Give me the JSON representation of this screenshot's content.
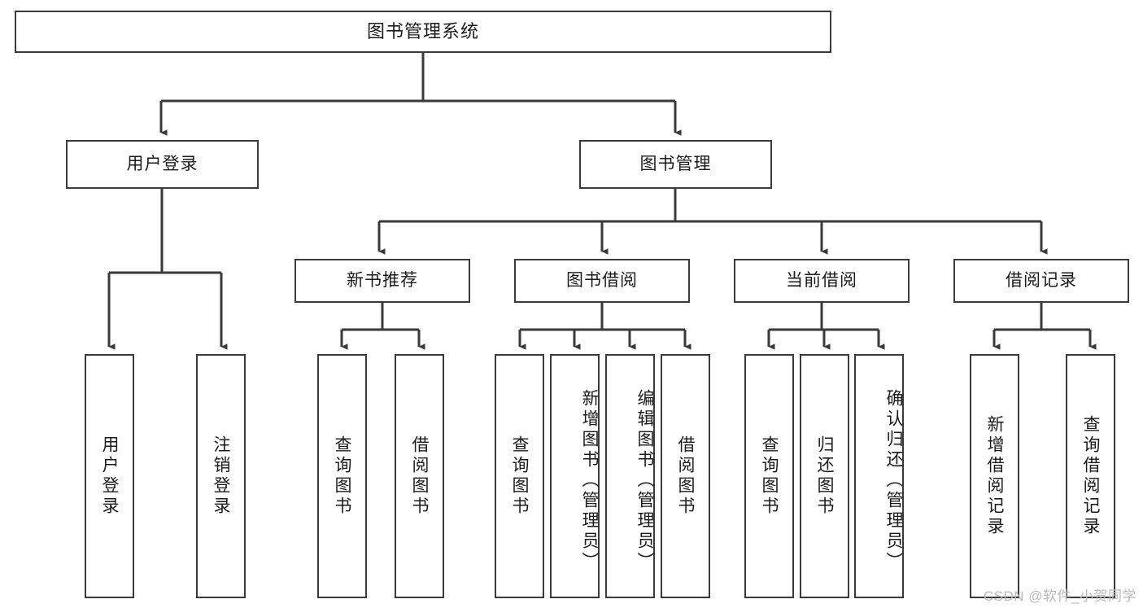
{
  "diagram": {
    "type": "tree",
    "title": "图书管理系统",
    "root": {
      "label": "图书管理系统"
    },
    "level1": [
      {
        "label": "用户登录"
      },
      {
        "label": "图书管理"
      }
    ],
    "level2": [
      {
        "label": "新书推荐"
      },
      {
        "label": "图书借阅"
      },
      {
        "label": "当前借阅"
      },
      {
        "label": "借阅记录"
      }
    ],
    "leaves": {
      "user_login": [
        {
          "label": "用户登录"
        },
        {
          "label": "注销登录"
        }
      ],
      "new_book_recommend": [
        {
          "label": "查询图书"
        },
        {
          "label": "借阅图书"
        }
      ],
      "book_borrow": [
        {
          "label": "查询图书"
        },
        {
          "label": "新增图书（管理员）"
        },
        {
          "label": "编辑图书（管理员）"
        },
        {
          "label": "借阅图书"
        }
      ],
      "current_borrow": [
        {
          "label": "查询图书"
        },
        {
          "label": "归还图书"
        },
        {
          "label": "确认归还（管理员）"
        }
      ],
      "borrow_record": [
        {
          "label": "新增借阅记录"
        },
        {
          "label": "查询借阅记录"
        }
      ]
    }
  },
  "watermark": {
    "text": "CSDN @软件_小贺同学"
  },
  "colors": {
    "stroke": "#3a3a3a",
    "box_fill": "#ffffff",
    "text": "#1b1b1b",
    "watermark": "#b9b9b9"
  }
}
